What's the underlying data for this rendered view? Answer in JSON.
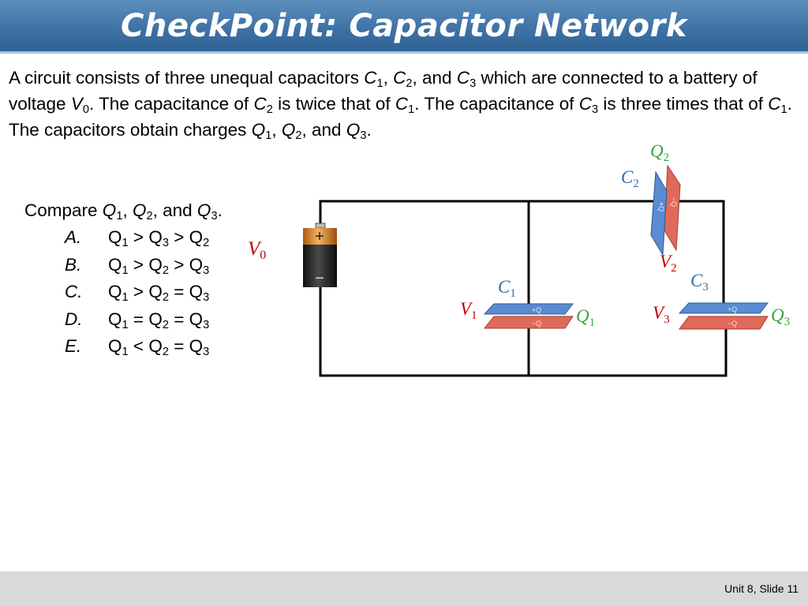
{
  "title": "CheckPoint: Capacitor Network",
  "intro": {
    "t1": "A circuit consists of three unequal capacitors ",
    "c1": "C",
    "c1s": "1",
    "t2": ", ",
    "c2": "C",
    "c2s": "2",
    "t3": ", and ",
    "c3": "C",
    "c3s": "3",
    "t4": " which are connected to a battery of voltage ",
    "v0": "V",
    "v0s": "0",
    "t5": ". The capacitance of ",
    "c2b": "C",
    "c2bs": "2",
    "t6": " is twice that of ",
    "c1b": "C",
    "c1bs": "1",
    "t7": ". The capacitance of ",
    "c3b": "C",
    "c3bs": "3",
    "t8": " is three times that of ",
    "c1c": "C",
    "c1cs": "1",
    "t9": ". The capacitors obtain charges ",
    "q1": "Q",
    "q1s": "1",
    "t10": ", ",
    "q2": "Q",
    "q2s": "2",
    "t11": ", and ",
    "q3": "Q",
    "q3s": "3",
    "t12": "."
  },
  "question": {
    "t1": "Compare ",
    "q1": "Q",
    "q1s": "1",
    "t2": ", ",
    "q2": "Q",
    "q2s": "2",
    "t3": ", and ",
    "q3": "Q",
    "q3s": "3",
    "t4": "."
  },
  "choices": [
    {
      "letter": "A.",
      "a": "Q",
      "as": "1",
      "op1": " > ",
      "b": "Q",
      "bs": "3",
      "op2": " > ",
      "c": "Q",
      "cs": "2"
    },
    {
      "letter": "B.",
      "a": "Q",
      "as": "1",
      "op1": " > ",
      "b": "Q",
      "bs": "2",
      "op2": " > ",
      "c": "Q",
      "cs": "3"
    },
    {
      "letter": "C.",
      "a": "Q",
      "as": "1",
      "op1": " > ",
      "b": "Q",
      "bs": "2",
      "op2": " = ",
      "c": "Q",
      "cs": "3"
    },
    {
      "letter": "D.",
      "a": "Q",
      "as": "1",
      "op1": " = ",
      "b": "Q",
      "bs": "2",
      "op2": " = ",
      "c": "Q",
      "cs": "3"
    },
    {
      "letter": "E.",
      "a": "Q",
      "as": "1",
      "op1": " < ",
      "b": "Q",
      "bs": "2",
      "op2": " = ",
      "c": "Q",
      "cs": "3"
    }
  ],
  "diagram": {
    "battery_plus": "+",
    "battery_minus": "−",
    "v0": "V",
    "v0s": "0",
    "c1": "C",
    "c1s": "1",
    "v1": "V",
    "v1s": "1",
    "q1": "Q",
    "q1s": "1",
    "c2": "C",
    "c2s": "2",
    "v2": "V",
    "v2s": "2",
    "q2": "Q",
    "q2s": "2",
    "c3": "C",
    "c3s": "3",
    "v3": "V",
    "v3s": "3",
    "q3": "Q",
    "q3s": "3",
    "plate_plus": "+Q",
    "plate_minus": "−Q"
  },
  "colors": {
    "title_bar": "#3f73a6",
    "capacitor_label": "#2e6da4",
    "voltage_label": "#c00000",
    "charge_label": "#3aa33a",
    "positive_plate": "#5b8bd0",
    "negative_plate": "#e06a5a"
  },
  "footer": "Unit 8, Slide 11"
}
